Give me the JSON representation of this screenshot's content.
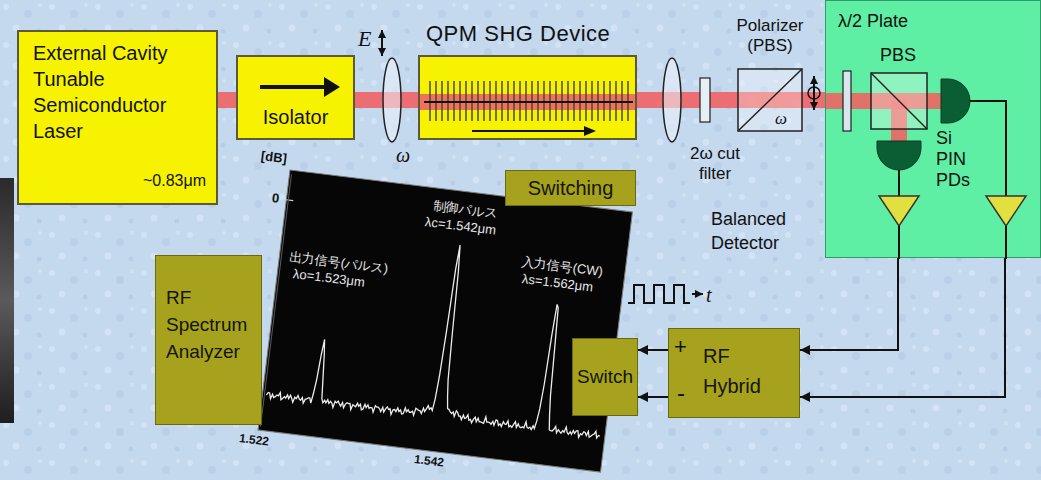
{
  "diagram": {
    "nodes": [
      {
        "text": [
          "External Cavity Tunable Semiconductor Laser",
          "~0.83μm"
        ]
      },
      {
        "text": [
          "Isolator"
        ]
      },
      {
        "text": [
          "QPM SHG Device"
        ]
      },
      {
        "text": [
          "Polarizer (PBS)"
        ]
      },
      {
        "text": [
          "Balanced Detector"
        ]
      },
      {
        "text": [
          "Switching"
        ]
      },
      {
        "text": [
          "RF Spectrum Analyzer"
        ]
      },
      {
        "text": [
          "Switch"
        ]
      },
      {
        "text": [
          "RF Hybrid"
        ]
      }
    ],
    "edges": [
      {
        "from": 0,
        "to": 1,
        "arrow": "none"
      },
      {
        "from": 1,
        "to": 2,
        "arrow": "none"
      },
      {
        "from": 2,
        "to": 3,
        "arrow": "none"
      },
      {
        "from": 3,
        "to": 4,
        "arrow": "none"
      },
      {
        "from": 4,
        "to": 8,
        "arrow": "to"
      },
      {
        "from": 4,
        "to": 8,
        "arrow": "to"
      },
      {
        "from": 8,
        "to": 7,
        "arrow": "to"
      },
      {
        "from": 8,
        "to": 7,
        "arrow": "to"
      }
    ],
    "labels": [
      "E",
      "ω",
      "2ω cut filter",
      "ω",
      "λ/2 Plate",
      "PBS",
      "Si PIN PDs",
      "[dB]",
      "0",
      "出力信号(パルス)",
      "λo=1.523μm",
      "制御パルス",
      "λc=1.542μm",
      "入力信号(CW)",
      "λs=1.562μm",
      "1.522",
      "1.542",
      "t",
      "+",
      "-"
    ]
  }
}
